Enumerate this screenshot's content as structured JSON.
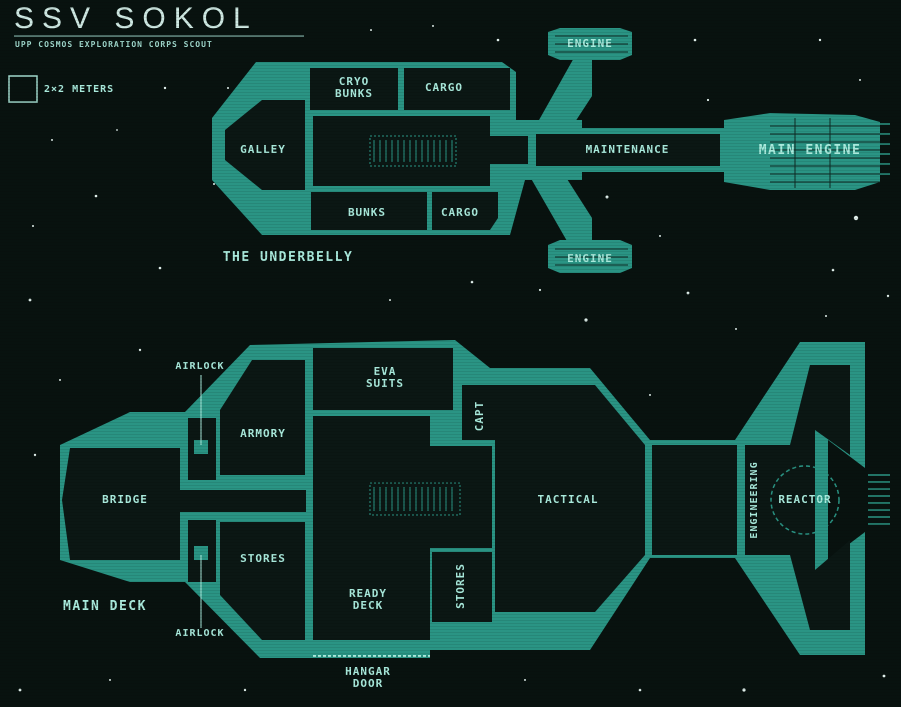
{
  "header": {
    "title": "SSV SOKOL",
    "subtitle": "UPP COSMOS EXPLORATION CORPS SCOUT"
  },
  "legend": {
    "scale_label": "2×2 METERS"
  },
  "underbelly": {
    "deck_label": "THE UNDERBELLY",
    "rooms": {
      "cryo_bunks": "CRYO\nBUNKS",
      "cargo_top": "CARGO",
      "galley": "GALLEY",
      "maintenance": "MAINTENANCE",
      "main_engine": "MAIN ENGINE",
      "bunks": "BUNKS",
      "cargo_bottom": "CARGO",
      "engine_top": "ENGINE",
      "engine_bottom": "ENGINE"
    }
  },
  "main_deck": {
    "deck_label": "MAIN DECK",
    "rooms": {
      "airlock_top": "AIRLOCK",
      "eva_suits": "EVA\nSUITS",
      "armory": "ARMORY",
      "capt": "CAPT",
      "bridge": "BRIDGE",
      "tactical": "TACTICAL",
      "engineering": "ENGINEERING",
      "reactor": "REACTOR",
      "stores_left": "STORES",
      "ready_deck": "READY\nDECK",
      "stores_right": "STORES",
      "airlock_bottom": "AIRLOCK",
      "hangar_door": "HANGAR\nDOOR"
    }
  },
  "colors": {
    "background": "#08120f",
    "hull_fill": "#2a9484",
    "room_fill": "#0b1714",
    "text": "#a9eadc"
  }
}
